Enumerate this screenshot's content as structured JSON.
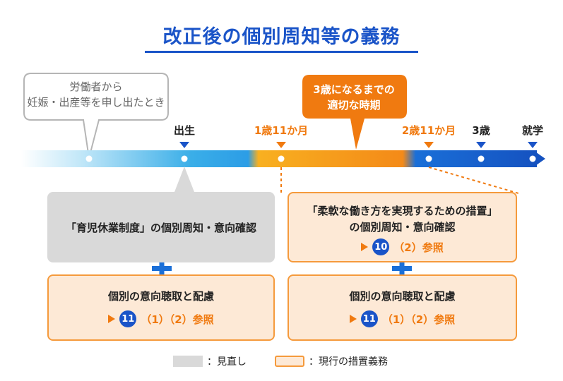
{
  "title": "改正後の個別周知等の義務",
  "callout_birth_notice": {
    "line1": "労働者から",
    "line2": "妊娠・出産等を申し出たとき"
  },
  "callout_timing": {
    "line1": "3歳になるまでの",
    "line2": "適切な時期"
  },
  "timeline": {
    "ticks": [
      {
        "label": "出生",
        "style": "dark"
      },
      {
        "label": "1歳11か月",
        "style": "orange"
      },
      {
        "label": "2歳11か月",
        "style": "orange"
      },
      {
        "label": "3歳",
        "style": "dark"
      },
      {
        "label": "就学",
        "style": "dark"
      }
    ]
  },
  "box_childcare_leave": {
    "text": "「育児休業制度」の個別周知・意向確認"
  },
  "box_flexible_work": {
    "line1": "「柔軟な働き方を実現するための措置」",
    "line2": "の個別周知・意向確認",
    "ref_number": "10",
    "ref_text": "（2）参照"
  },
  "box_hearing_left": {
    "line1": "個別の意向聴取と配慮",
    "ref_number": "11",
    "ref_text": "（1）（2）参照"
  },
  "box_hearing_right": {
    "line1": "個別の意向聴取と配慮",
    "ref_number": "11",
    "ref_text": "（1）（2）参照"
  },
  "legend": {
    "revised_label": "：見直し",
    "existing_label": "：現行の措置義務"
  },
  "colors": {
    "title_blue": "#1a54c8",
    "timeline_light_blue": "#bfe6f8",
    "timeline_blue": "#1a6fd8",
    "timeline_orange": "#f4a020",
    "box_gray": "#d9d9d9",
    "box_orange_fill": "#fde9d6",
    "box_orange_border": "#f59a3c",
    "accent_orange": "#f07a10"
  }
}
